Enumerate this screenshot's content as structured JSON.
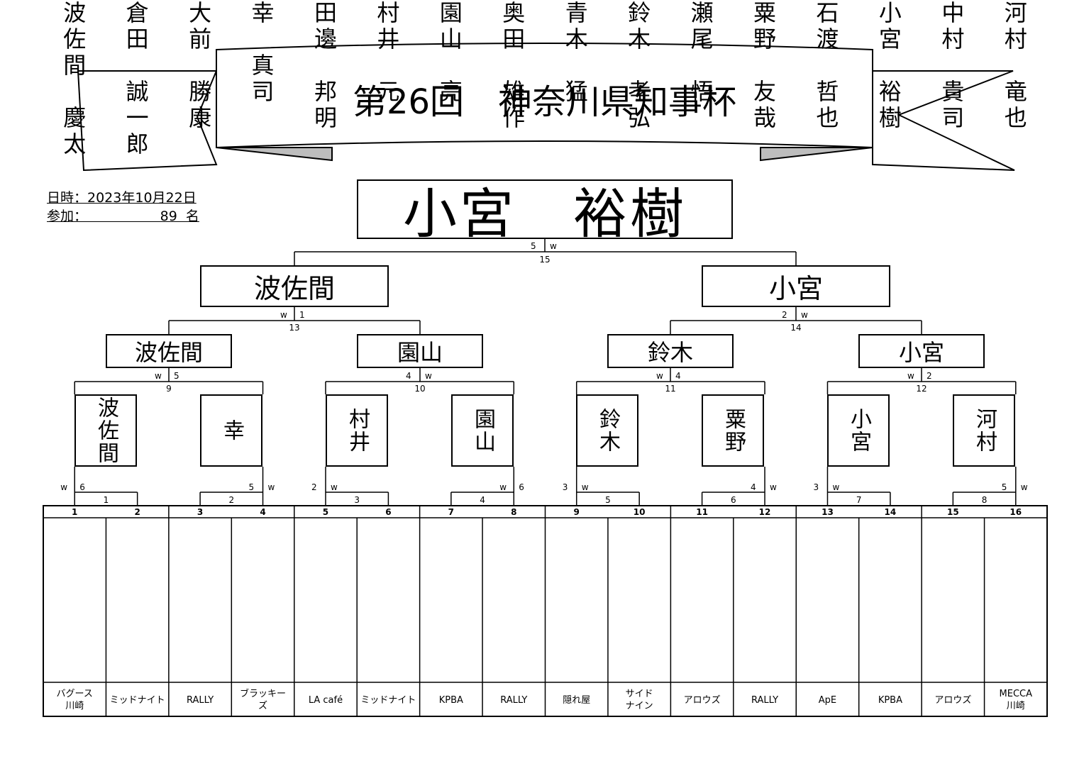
{
  "title": "第26回　神奈川県知事杯",
  "event": {
    "date_line": "日時：2023年10月22日",
    "participants_line": "参加：                 89  名"
  },
  "champion": "小宮　裕樹",
  "final_pair": [
    "波佐間",
    "小宮"
  ],
  "semifinalists": [
    "波佐間",
    "園山",
    "鈴木",
    "小宮"
  ],
  "quarterfinalists": [
    "波佐間",
    "幸",
    "村井",
    "園山",
    "鈴木",
    "粟野",
    "小宮",
    "河村"
  ],
  "players": [
    {
      "seed": "1",
      "name": "波\n佐\n間\n\n慶\n太",
      "club": "バグース\n川崎"
    },
    {
      "seed": "2",
      "name": "倉\n田\n\n誠\n一\n郎",
      "club": "ミッドナイト"
    },
    {
      "seed": "3",
      "name": "大\n前\n\n勝\n康",
      "club": "RALLY"
    },
    {
      "seed": "4",
      "name": "幸\n\n真\n司",
      "club": "ブラッキー\nズ"
    },
    {
      "seed": "5",
      "name": "田\n邊\n\n邦\n明",
      "club": "LA café"
    },
    {
      "seed": "6",
      "name": "村\n井\n\n元",
      "club": "ミッドナイト"
    },
    {
      "seed": "7",
      "name": "園\n山\n\n亮",
      "club": "KPBA"
    },
    {
      "seed": "8",
      "name": "奥\n田\n\n雄\n作",
      "club": "RALLY"
    },
    {
      "seed": "9",
      "name": "青\n木\n\n猛",
      "club": "隠れ屋"
    },
    {
      "seed": "10",
      "name": "鈴\n木\n\n孝\n弘",
      "club": "サイド\nナイン"
    },
    {
      "seed": "11",
      "name": "瀬\n尾\n\n悟",
      "club": "アロウズ"
    },
    {
      "seed": "12",
      "name": "粟\n野\n\n友\n哉",
      "club": "RALLY"
    },
    {
      "seed": "13",
      "name": "石\n渡\n\n哲\n也",
      "club": "ApE"
    },
    {
      "seed": "14",
      "name": "小\n宮\n\n裕\n樹",
      "club": "KPBA"
    },
    {
      "seed": "15",
      "name": "中\n村\n\n貴\n司",
      "club": "アロウズ"
    },
    {
      "seed": "16",
      "name": "河\n村\n\n竜\n也",
      "club": "MECCA\n川崎"
    }
  ],
  "matches_r1": [
    {
      "no": "1",
      "left": "w",
      "right": "6"
    },
    {
      "no": "2",
      "left": "5",
      "right": "w"
    },
    {
      "no": "3",
      "left": "2",
      "right": "w"
    },
    {
      "no": "4",
      "left": "w",
      "right": "6"
    },
    {
      "no": "5",
      "left": "3",
      "right": "w"
    },
    {
      "no": "6",
      "left": "4",
      "right": "w"
    },
    {
      "no": "7",
      "left": "3",
      "right": "w"
    },
    {
      "no": "8",
      "left": "5",
      "right": "w"
    }
  ],
  "matches_qf": [
    {
      "no": "9",
      "left": "w",
      "right": "5"
    },
    {
      "no": "10",
      "left": "4",
      "right": "w"
    },
    {
      "no": "11",
      "left": "w",
      "right": "4"
    },
    {
      "no": "12",
      "left": "w",
      "right": "2"
    }
  ],
  "matches_sf": [
    {
      "no": "13",
      "left": "w",
      "right": "1"
    },
    {
      "no": "14",
      "left": "2",
      "right": "w"
    }
  ],
  "match_final": {
    "no": "15",
    "left": "5",
    "right": "w"
  }
}
